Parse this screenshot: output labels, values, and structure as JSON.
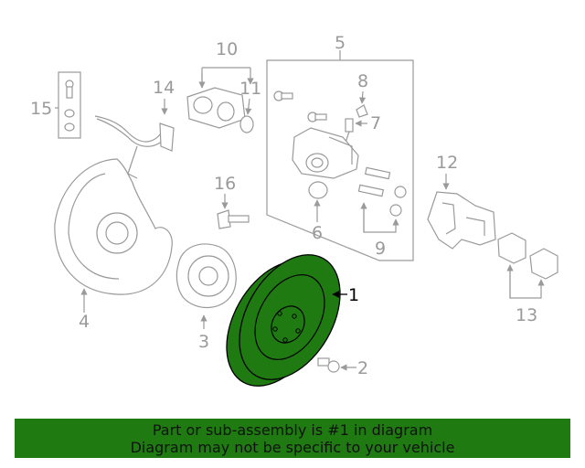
{
  "callouts": {
    "c1": "1",
    "c2": "2",
    "c3": "3",
    "c4": "4",
    "c5": "5",
    "c6": "6",
    "c7": "7",
    "c8": "8",
    "c9": "9",
    "c10": "10",
    "c11": "11",
    "c12": "12",
    "c13": "13",
    "c14": "14",
    "c15": "15",
    "c16": "16"
  },
  "highlight": {
    "part": "1",
    "color": "#1f7a12"
  },
  "banner": {
    "line1": "Part or sub-assembly is #1 in diagram",
    "line2": "Diagram may not be specific to your vehicle",
    "color": "#1f7a12"
  }
}
